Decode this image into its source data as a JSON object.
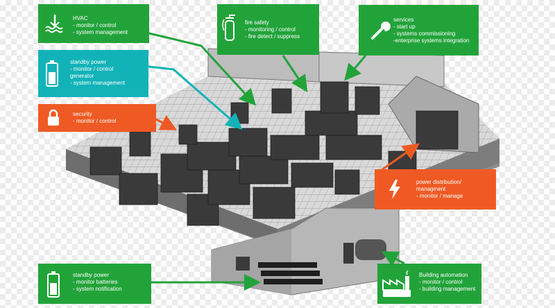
{
  "callouts": {
    "hvac": {
      "icon": "hvac-icon",
      "lines": [
        "HVAC",
        "- monitor / control",
        "- system management"
      ]
    },
    "fire": {
      "icon": "fire-extinguisher-icon",
      "lines": [
        "fire safety",
        "- monitoring / control",
        "- fire detect / suppress"
      ]
    },
    "services": {
      "icon": "wrench-icon",
      "lines": [
        "services",
        "- start up",
        "- systems commissioning",
        "-enterprise systems integration"
      ]
    },
    "standby_top": {
      "icon": "battery-icon",
      "lines": [
        "standby power",
        "- monitor / control",
        "generator",
        "- system management"
      ]
    },
    "security": {
      "icon": "lock-icon",
      "lines": [
        "security",
        "- monitor / control"
      ]
    },
    "power": {
      "icon": "lightning-icon",
      "lines": [
        "power distribution/",
        "managment",
        "- monitor / manage"
      ]
    },
    "standby_bottom": {
      "icon": "battery-icon",
      "lines": [
        "standby power",
        "- monitor batteries",
        "- system notification"
      ]
    },
    "building": {
      "icon": "factory-icon",
      "lines": [
        "Building automation",
        "- monitor / control",
        "- building management"
      ]
    }
  },
  "colors": {
    "green": "#22a33a",
    "teal": "#12b3b8",
    "orange": "#ef5a24",
    "floor": "#cfcfcf",
    "rack": "#3a3a3a"
  }
}
